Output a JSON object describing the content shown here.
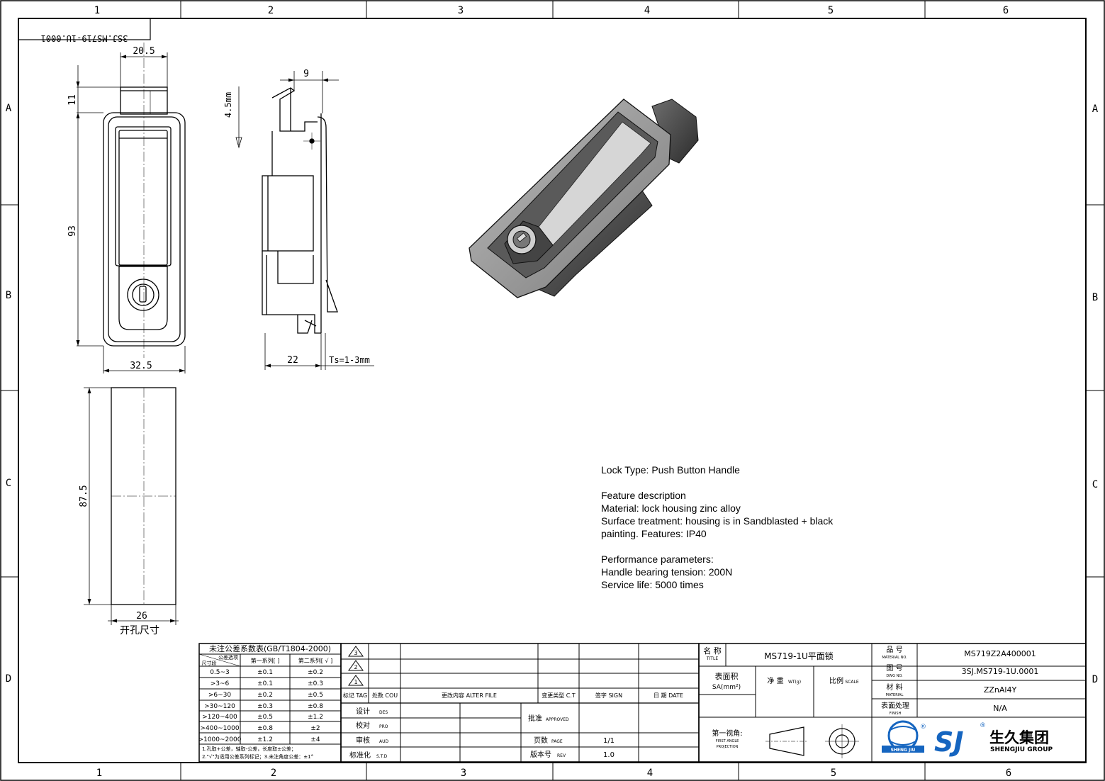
{
  "frame": {
    "cols": [
      "1",
      "2",
      "3",
      "4",
      "5",
      "6"
    ],
    "rows": [
      "A",
      "B",
      "C",
      "D"
    ]
  },
  "drawing_code_stamp": "3SJ.MS719-1U.0001",
  "dimensions": {
    "top_width": "20.5",
    "top_height": "11",
    "body_height": "93",
    "body_width": "32.5",
    "side_offset": "9",
    "travel": "4.5mm",
    "depth": "22",
    "panel_thickness": "Ts=1-3mm",
    "cutout_height": "87.5",
    "cutout_width": "26",
    "cutout_label": "开孔尺寸"
  },
  "notes": {
    "lock_type": "Lock Type: Push Button Handle",
    "feature_heading": "Feature description",
    "material": "Material: lock housing zinc alloy",
    "surface_1": "Surface treatment: housing is in Sandblasted + black",
    "surface_2": "painting. Features: IP40",
    "perf_heading": "Performance parameters:",
    "tension": "Handle bearing tension: 200N",
    "life": "Service life: 5000 times"
  },
  "tolerance": {
    "title": "未注公差系数表(GB/T1804-2000)",
    "head_a": "公差选项",
    "head_b": "尺寸段",
    "col1": "第一系列[ ]",
    "col2": "第二系列[ √ ]",
    "rows": [
      [
        "0.5~3",
        "±0.1",
        "±0.2"
      ],
      [
        ">3~6",
        "±0.1",
        "±0.3"
      ],
      [
        ">6~30",
        "±0.2",
        "±0.5"
      ],
      [
        ">30~120",
        "±0.3",
        "±0.8"
      ],
      [
        ">120~400",
        "±0.5",
        "±1.2"
      ],
      [
        ">400~1000",
        "±0.8",
        "±2"
      ],
      [
        ">1000~2000",
        "±1.2",
        "±4"
      ]
    ],
    "note1": "1.孔取+公差，轴取-公差，长度取±公差；",
    "note2": "2.\"√\"为适用公差系列标记；3.未注角度公差：±1°"
  },
  "revision": {
    "tag": "标记 TAG",
    "cou": "处数 COU",
    "alter": "更改内容 ALTER FILE",
    "ct": "变更类型 C.T",
    "sign": "签字 SIGN",
    "date": "日 期 DATE",
    "des": "设计",
    "des_en": "DES",
    "pro": "校对",
    "pro_en": "PRO",
    "aud": "审核",
    "aud_en": "AUD",
    "std": "标准化",
    "std_en": "S.T.D",
    "approved": "批准",
    "approved_en": "APPROVED",
    "page": "页数",
    "page_en": "PAGE",
    "page_val": "1/1",
    "rev": "版本号",
    "rev_en": "REV",
    "rev_val": "1.0"
  },
  "titleblock": {
    "title_label": "名 称",
    "title_label_en": "TITLE",
    "title_val": "MS719-1U平面锁",
    "area_label": "表面积",
    "area_unit": "SA(mm²)",
    "weight_label": "净 重",
    "weight_en": "WT(g)",
    "scale_label": "比例",
    "scale_en": "SCALE",
    "projection_label": "第一视角:",
    "projection_en1": "FIRST ANGLE",
    "projection_en2": "PROJECTION",
    "material_no_label": "品 号",
    "material_no_en": "MATERIAL NO.",
    "material_no_val": "MS719Z2A400001",
    "dwg_label": "图 号",
    "dwg_en": "DWG NO.",
    "dwg_val": "3SJ.MS719-1U.0001",
    "material_label": "材 料",
    "material_en": "MATERIAL",
    "material_val": "ZZnAl4Y",
    "finish_label": "表面处理",
    "finish_en": "FINISH",
    "finish_val": "N/A",
    "company": "生久集团",
    "company_en": "SHENGJIU GROUP",
    "badge_text": "SHENG JIU",
    "sj": "SJ",
    "registered": "®"
  },
  "triangle_marks": [
    "3",
    "2",
    "1"
  ]
}
